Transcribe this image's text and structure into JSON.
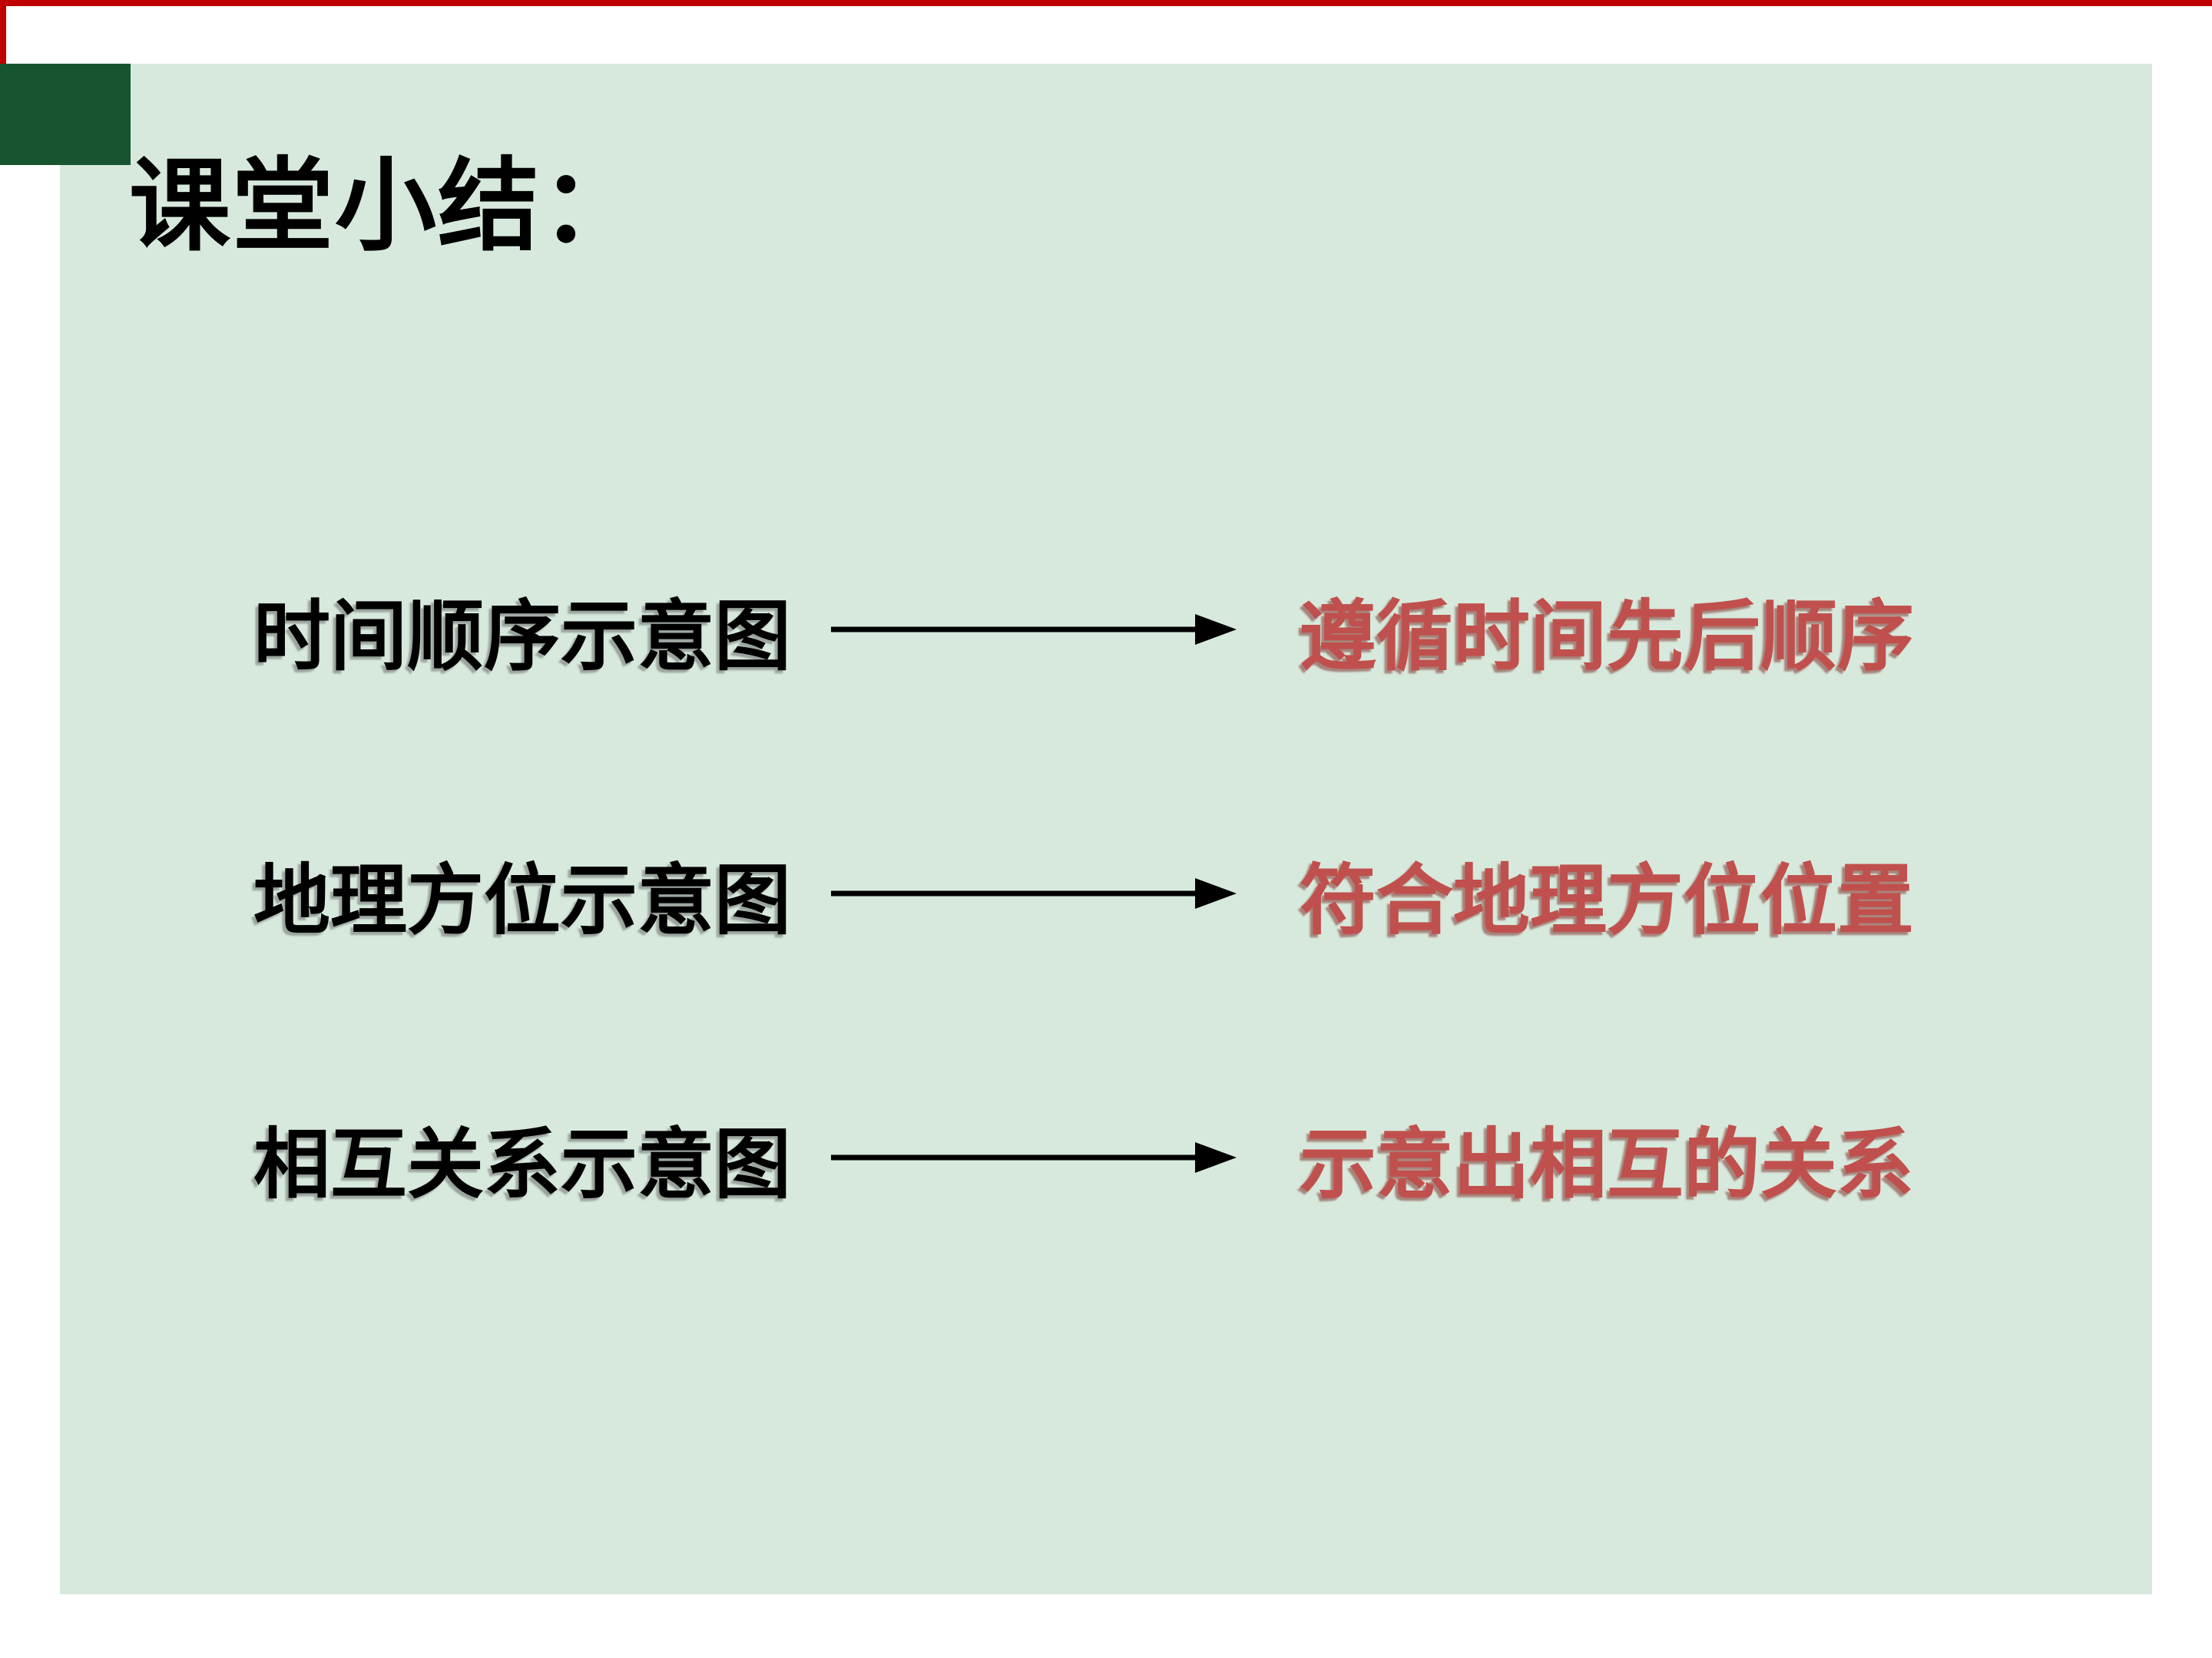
{
  "page": {
    "title": "课堂小结：",
    "rows": [
      {
        "label": "时间顺序示意图",
        "result": "遵循时间先后顺序"
      },
      {
        "label": "地理方位示意图",
        "result": "符合地理方位位置"
      },
      {
        "label": "相互关系示意图",
        "result": "示意出相互的关系"
      }
    ],
    "colors": {
      "page_background": "#ffffff",
      "slide_background": "#d7e9dc",
      "corner_square": "#175430",
      "accent_stripe": "#c00000",
      "label_text": "#000000",
      "result_text": "#c0504d"
    },
    "icons": [
      {
        "name": "arrow-right-icon",
        "glyph": "→"
      }
    ]
  }
}
